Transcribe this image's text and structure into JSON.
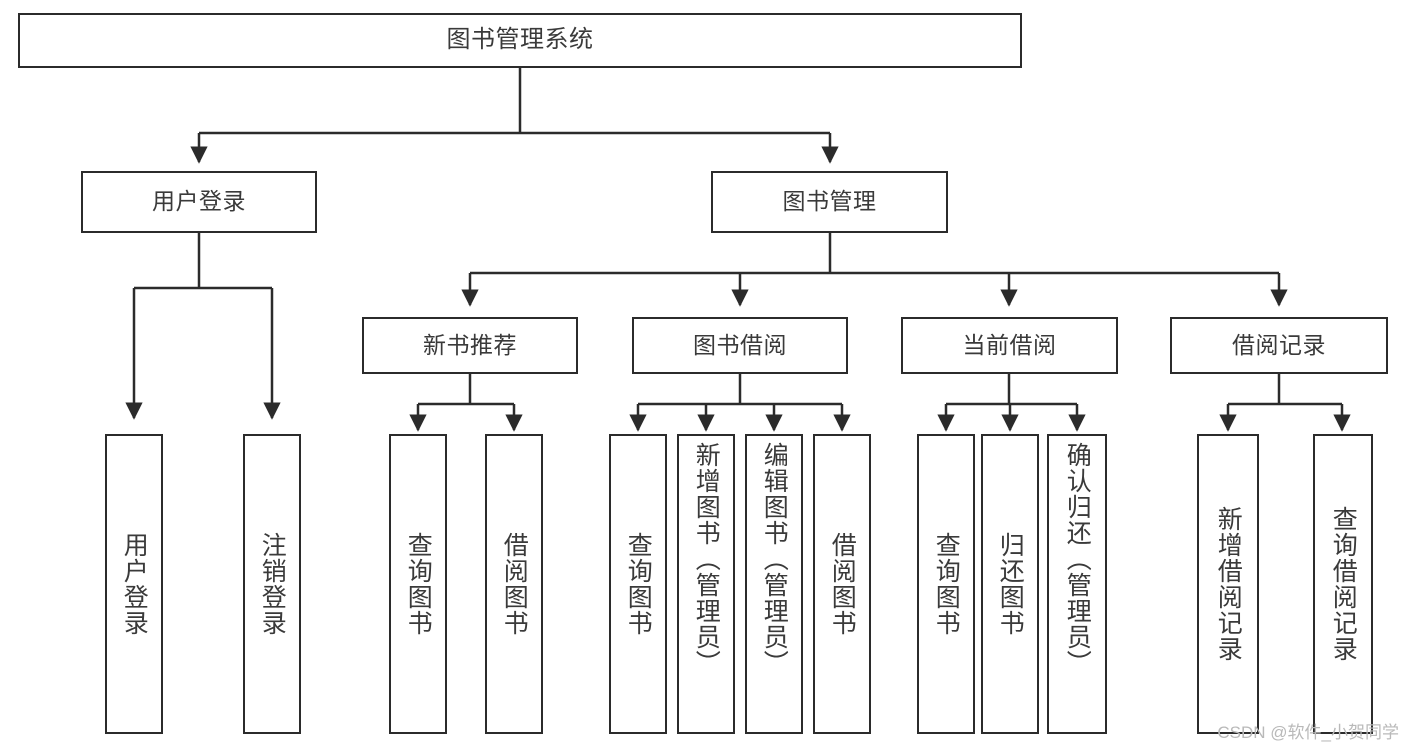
{
  "diagram": {
    "kind": "tree-hierarchy-chart",
    "title": "图书管理系统",
    "watermark": "CSDN @软件_小贺同学",
    "colors": {
      "stroke": "#2b2b2b",
      "fill": "#ffffff",
      "text": "#3a3a3a",
      "watermark": "#b9b9b9"
    },
    "nodes": {
      "root": {
        "label": "图书管理系统"
      },
      "level2": [
        {
          "label": "用户登录"
        },
        {
          "label": "图书管理"
        }
      ],
      "level3": [
        {
          "label": "新书推荐"
        },
        {
          "label": "图书借阅"
        },
        {
          "label": "当前借阅"
        },
        {
          "label": "借阅记录"
        }
      ],
      "leaves_user_login": [
        {
          "label": "用户登录"
        },
        {
          "label": "注销登录"
        }
      ],
      "leaves_new_book": [
        {
          "label": "查询图书"
        },
        {
          "label": "借阅图书"
        }
      ],
      "leaves_borrow": [
        {
          "label": "查询图书"
        },
        {
          "label": "新增图书（管理员）"
        },
        {
          "label": "编辑图书（管理员）"
        },
        {
          "label": "借阅图书"
        }
      ],
      "leaves_current": [
        {
          "label": "查询图书"
        },
        {
          "label": "归还图书"
        },
        {
          "label": "确认归还（管理员）"
        }
      ],
      "leaves_record": [
        {
          "label": "新增借阅记录"
        },
        {
          "label": "查询借阅记录"
        }
      ]
    }
  }
}
